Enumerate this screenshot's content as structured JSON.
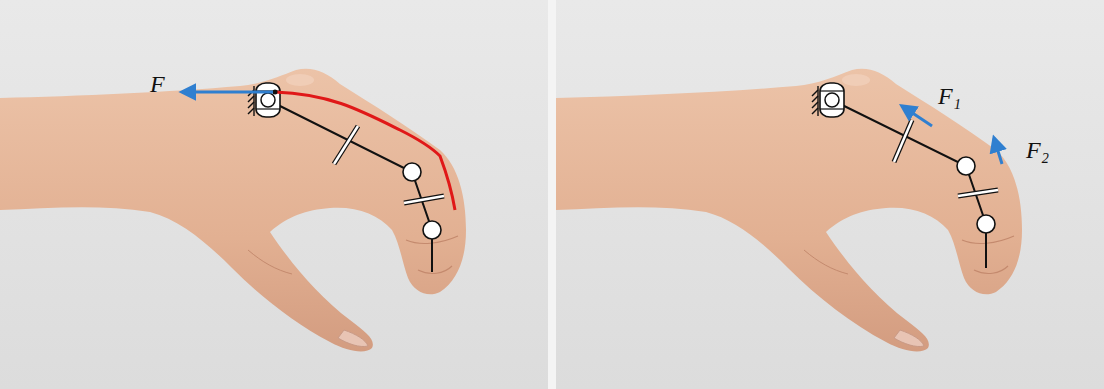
{
  "diagram": {
    "labels": [
      "F",
      "F₁",
      "F₂"
    ]
  }
}
